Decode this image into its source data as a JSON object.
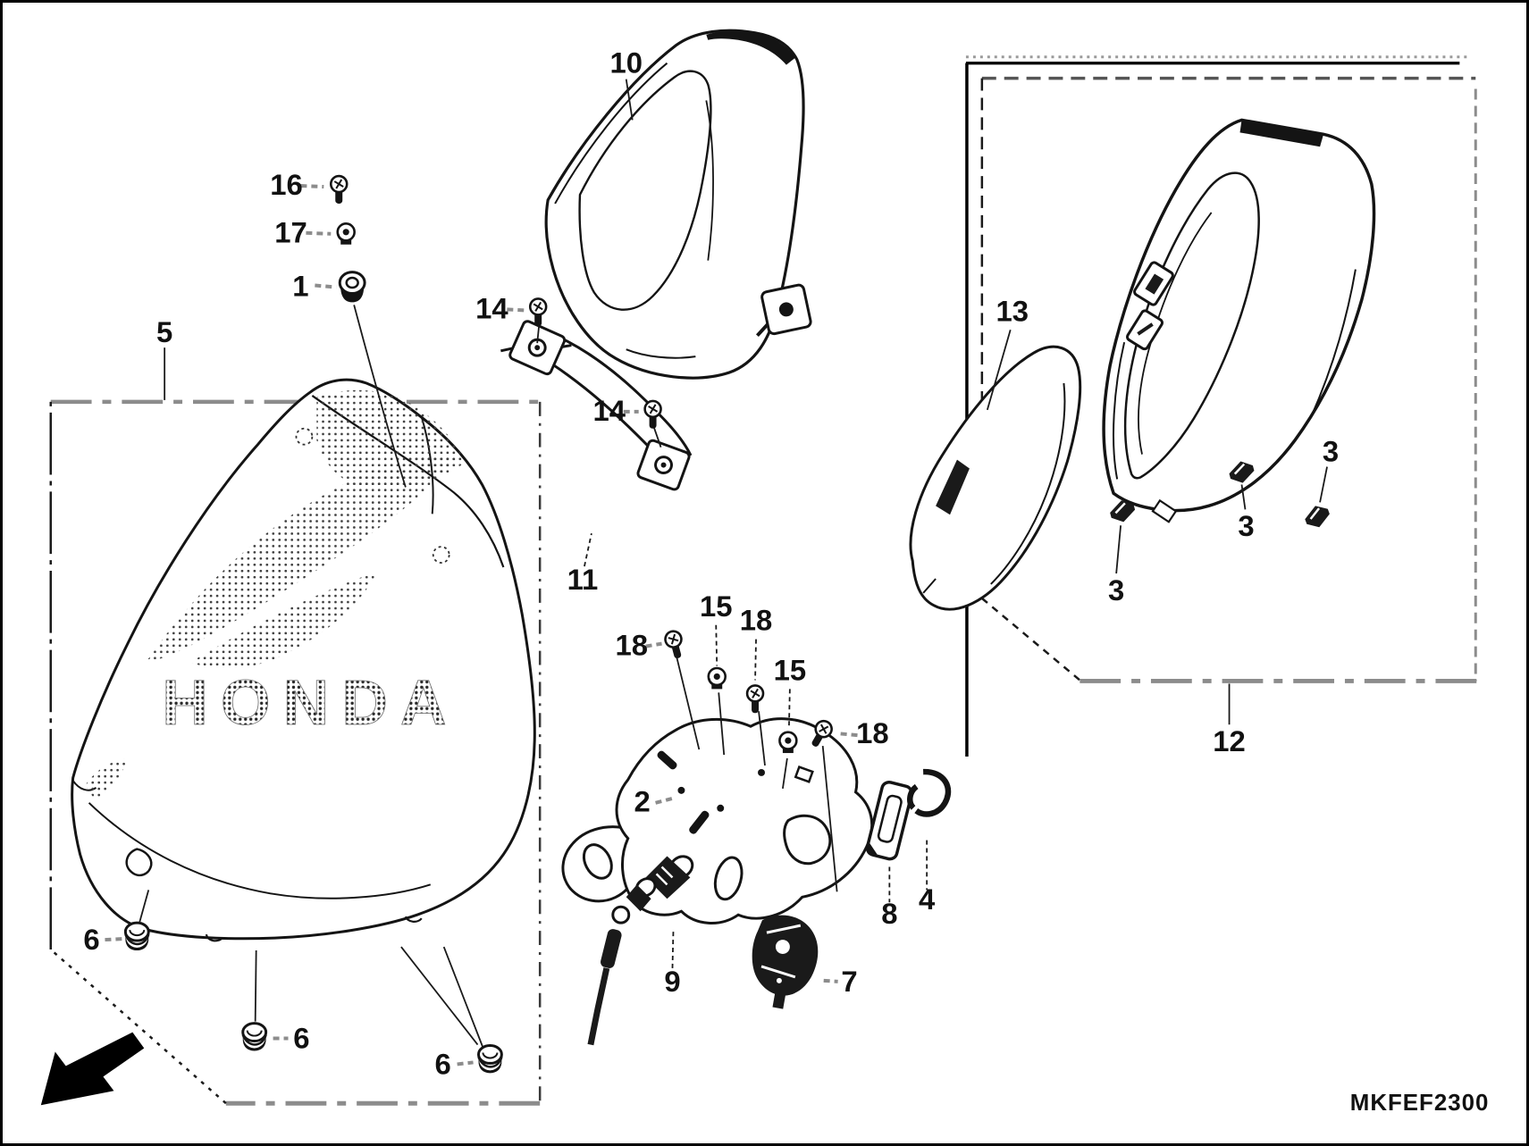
{
  "diagram": {
    "code": "MKFEF2300",
    "fr_label": "FR.",
    "brand_text": "HONDA",
    "visible_part_numbers": [
      1,
      2,
      3,
      4,
      5,
      6,
      7,
      8,
      9,
      10,
      11,
      12,
      13,
      14,
      15,
      16,
      17,
      18
    ],
    "line_color": "#141414",
    "leader_gray": "#8c8c8c"
  },
  "callouts": {
    "c16": {
      "text": "16"
    },
    "c17": {
      "text": "17"
    },
    "c1": {
      "text": "1"
    },
    "c5": {
      "text": "5"
    },
    "c10": {
      "text": "10"
    },
    "c14a": {
      "text": "14"
    },
    "c14b": {
      "text": "14"
    },
    "c11": {
      "text": "11"
    },
    "c18a": {
      "text": "18"
    },
    "c15a": {
      "text": "15"
    },
    "c18b": {
      "text": "18"
    },
    "c15b": {
      "text": "15"
    },
    "c18c": {
      "text": "18"
    },
    "c2": {
      "text": "2"
    },
    "c9": {
      "text": "9"
    },
    "c7": {
      "text": "7"
    },
    "c8": {
      "text": "8"
    },
    "c4": {
      "text": "4"
    },
    "c6a": {
      "text": "6"
    },
    "c6b": {
      "text": "6"
    },
    "c6c": {
      "text": "6"
    },
    "c13": {
      "text": "13"
    },
    "c3a": {
      "text": "3"
    },
    "c3b": {
      "text": "3"
    },
    "c3c": {
      "text": "3"
    },
    "c12": {
      "text": "12"
    }
  }
}
